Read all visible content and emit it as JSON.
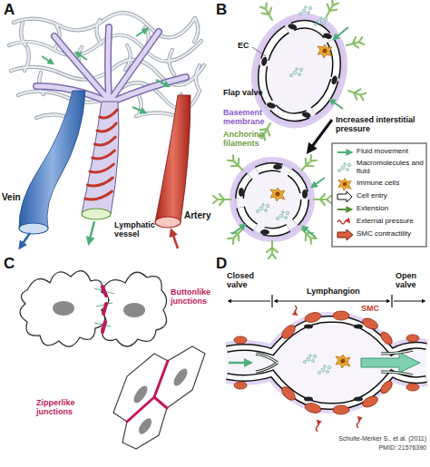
{
  "diagram": {
    "labels": [
      "A",
      "Vein",
      "Lymphatic vessel",
      "Artery",
      "B",
      "EC",
      "Flap valve",
      "Basement membrane",
      "Anchoring filaments",
      "Increased interstitial pressure",
      "C",
      "Buttonlike junctions",
      "Zipperlike junctions",
      "D",
      "Closed valve",
      "Lymphangion",
      "Open valve",
      "SMC",
      "Schulte-Merker S., et al. (2011)",
      "PMID: 21576390"
    ],
    "legend": [
      {
        "text": "Fluid movement"
      },
      {
        "text": "Macromolecules and fluid"
      },
      {
        "text": "Immune cells"
      },
      {
        "text": "Cell entry"
      },
      {
        "text": "Extension"
      },
      {
        "text": "External pressure"
      },
      {
        "text": "SMC contractility"
      }
    ]
  }
}
